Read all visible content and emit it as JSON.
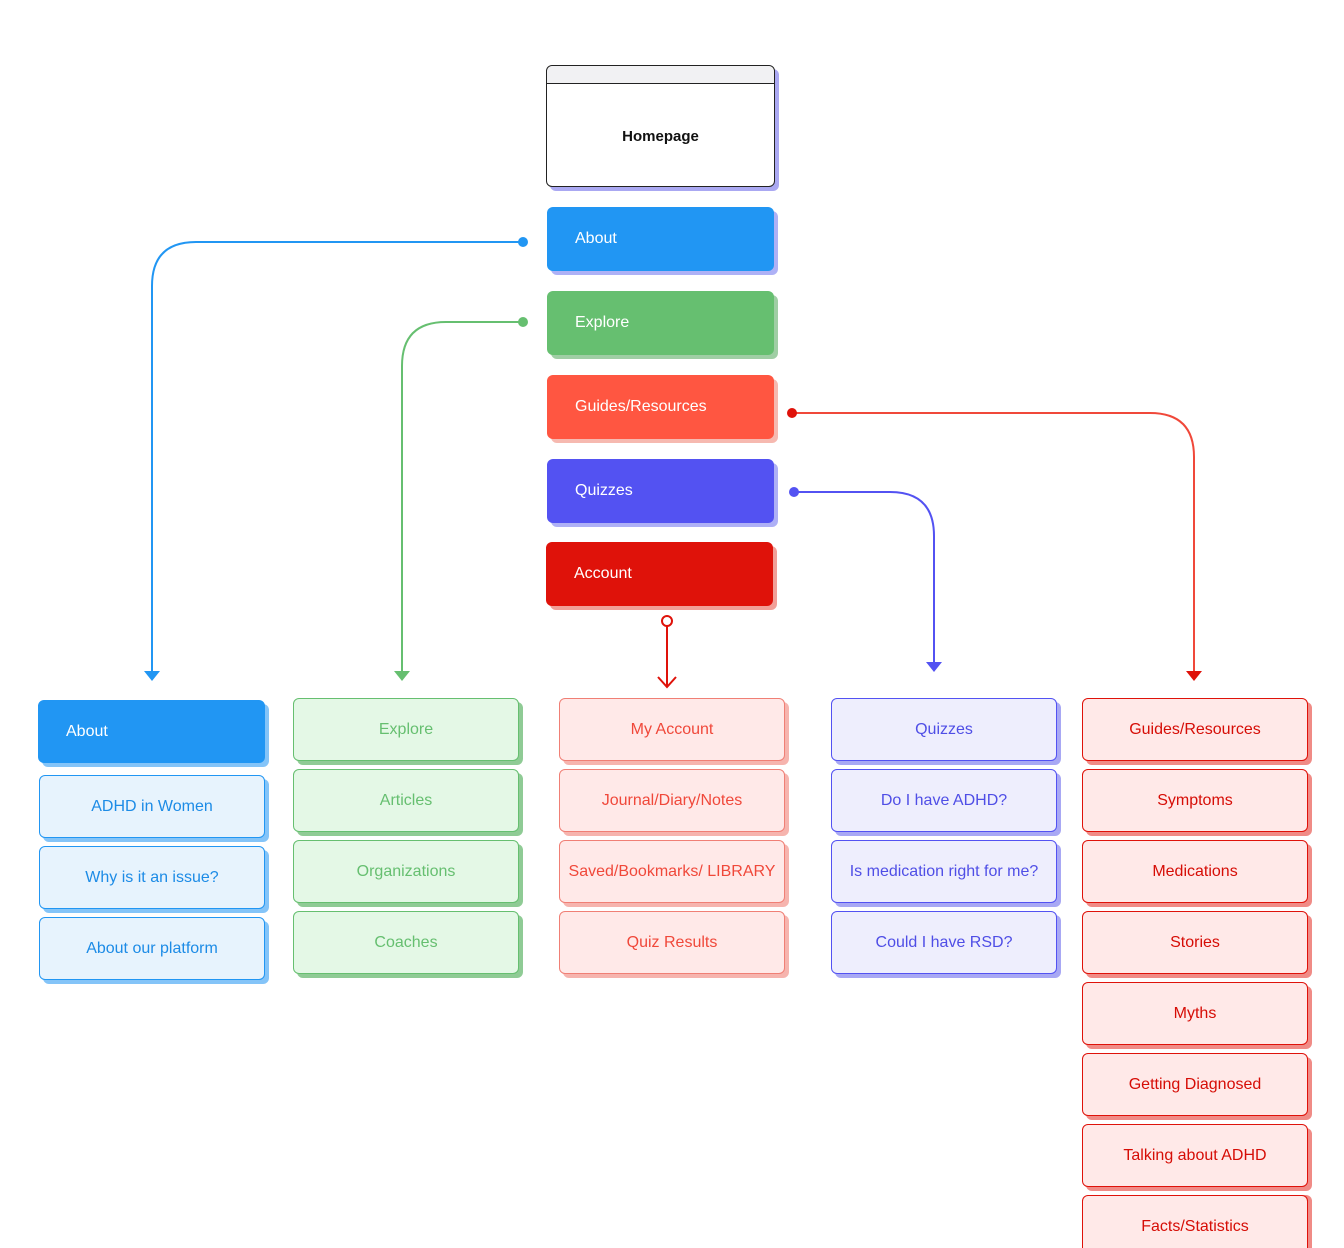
{
  "homepage": {
    "title": "Homepage"
  },
  "menu": {
    "about": "About",
    "explore": "Explore",
    "guides": "Guides/Resources",
    "quizzes": "Quizzes",
    "account": "Account"
  },
  "columns": {
    "about": [
      "About",
      "ADHD in Women",
      "Why is it an issue?",
      "About our platform"
    ],
    "explore": [
      "Explore",
      "Articles",
      "Organizations",
      "Coaches"
    ],
    "account": [
      "My Account",
      "Journal/Diary/Notes",
      "Saved/Bookmarks/ LIBRARY",
      "Quiz Results"
    ],
    "quizzes": [
      "Quizzes",
      "Do I have ADHD?",
      "Is medication right for me?",
      "Could I have RSD?"
    ],
    "guides": [
      "Guides/Resources",
      "Symptoms",
      "Medications",
      "Stories",
      "Myths",
      "Getting Diagnosed",
      "Talking about ADHD",
      "Facts/Statistics"
    ]
  },
  "colors": {
    "about": "#2196f3",
    "explore": "#66bf70",
    "guides": "#ff5641",
    "quizzes": "#5352f2",
    "account": "#df120a"
  }
}
